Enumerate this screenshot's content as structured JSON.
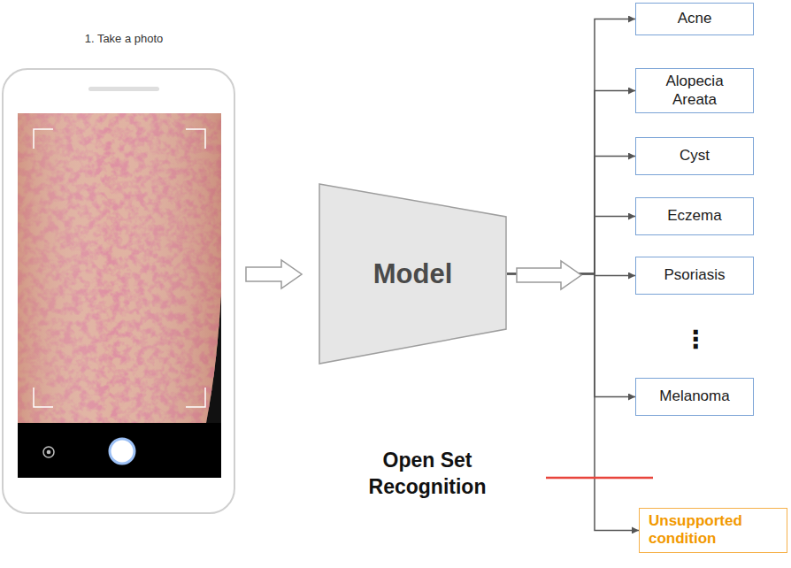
{
  "diagram": {
    "nodes": [
      {
        "text": [
          "Model"
        ]
      },
      {
        "text": [
          "Acne"
        ]
      },
      {
        "text": [
          "Alopecia Areata"
        ]
      },
      {
        "text": [
          "Cyst"
        ]
      },
      {
        "text": [
          "Eczema"
        ]
      },
      {
        "text": [
          "Psoriasis"
        ]
      },
      {
        "text": [
          "Melanoma"
        ]
      },
      {
        "text": [
          "Unsupported condition"
        ]
      }
    ],
    "edges": [
      {
        "from": 0,
        "to": 1,
        "arrow": "to"
      },
      {
        "from": 0,
        "to": 2,
        "arrow": "to"
      },
      {
        "from": 0,
        "to": 3,
        "arrow": "to"
      },
      {
        "from": 0,
        "to": 4,
        "arrow": "to"
      },
      {
        "from": 0,
        "to": 5,
        "arrow": "to"
      },
      {
        "from": 0,
        "to": 6,
        "arrow": "to"
      },
      {
        "from": 0,
        "to": 7,
        "arrow": "to"
      }
    ],
    "labels": [
      "1. Take a photo",
      "⋮",
      "Open Set Recognition"
    ]
  }
}
